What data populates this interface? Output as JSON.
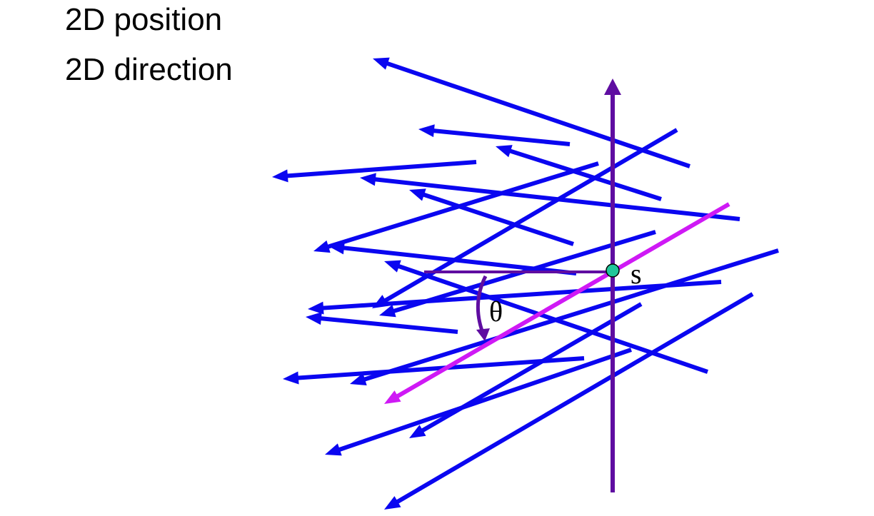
{
  "slide": {
    "lines": [
      "2D position",
      "2D direction"
    ]
  },
  "diagram": {
    "point_label": "s",
    "angle_label": "θ",
    "colors": {
      "rays": "#0a06f0",
      "axis": "#5f0da1",
      "highlight_ray": "#cf19f5",
      "point_fill": "#21c69a"
    }
  }
}
